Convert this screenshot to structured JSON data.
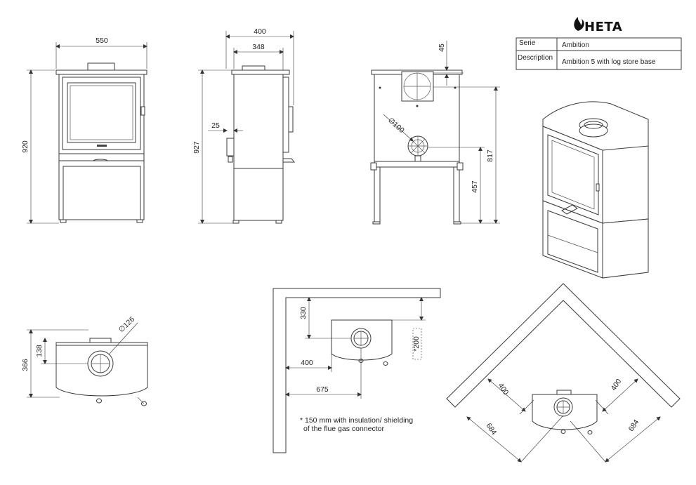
{
  "logo": {
    "text": "HETA",
    "icon": "flame-icon"
  },
  "title_block": {
    "serie_label": "Serie",
    "serie_value": "Ambition",
    "description_label": "Description",
    "description_value": "Ambition 5 with log store base"
  },
  "front_view": {
    "width": "550",
    "height": "920"
  },
  "side_view": {
    "depth_overall": "400",
    "depth_body": "348",
    "handle_offset": "25",
    "height": "927"
  },
  "rear_view": {
    "top_offset": "45",
    "rear_outlet_dia": "∅100",
    "outlet_height_817": "817",
    "outlet_height_457": "457"
  },
  "top_view": {
    "flue_dia": "∅126",
    "depth": "366",
    "flue_offset": "138"
  },
  "wall_clearance": {
    "rear": "330",
    "side": "400",
    "centre": "675",
    "rear_alt": "*200",
    "note_line1": "* 150 mm with insulation/ shielding",
    "note_line2": "of the flue gas connector"
  },
  "corner_clearance": {
    "left": "400",
    "right": "400",
    "left_diag": "684",
    "right_diag": "684"
  }
}
